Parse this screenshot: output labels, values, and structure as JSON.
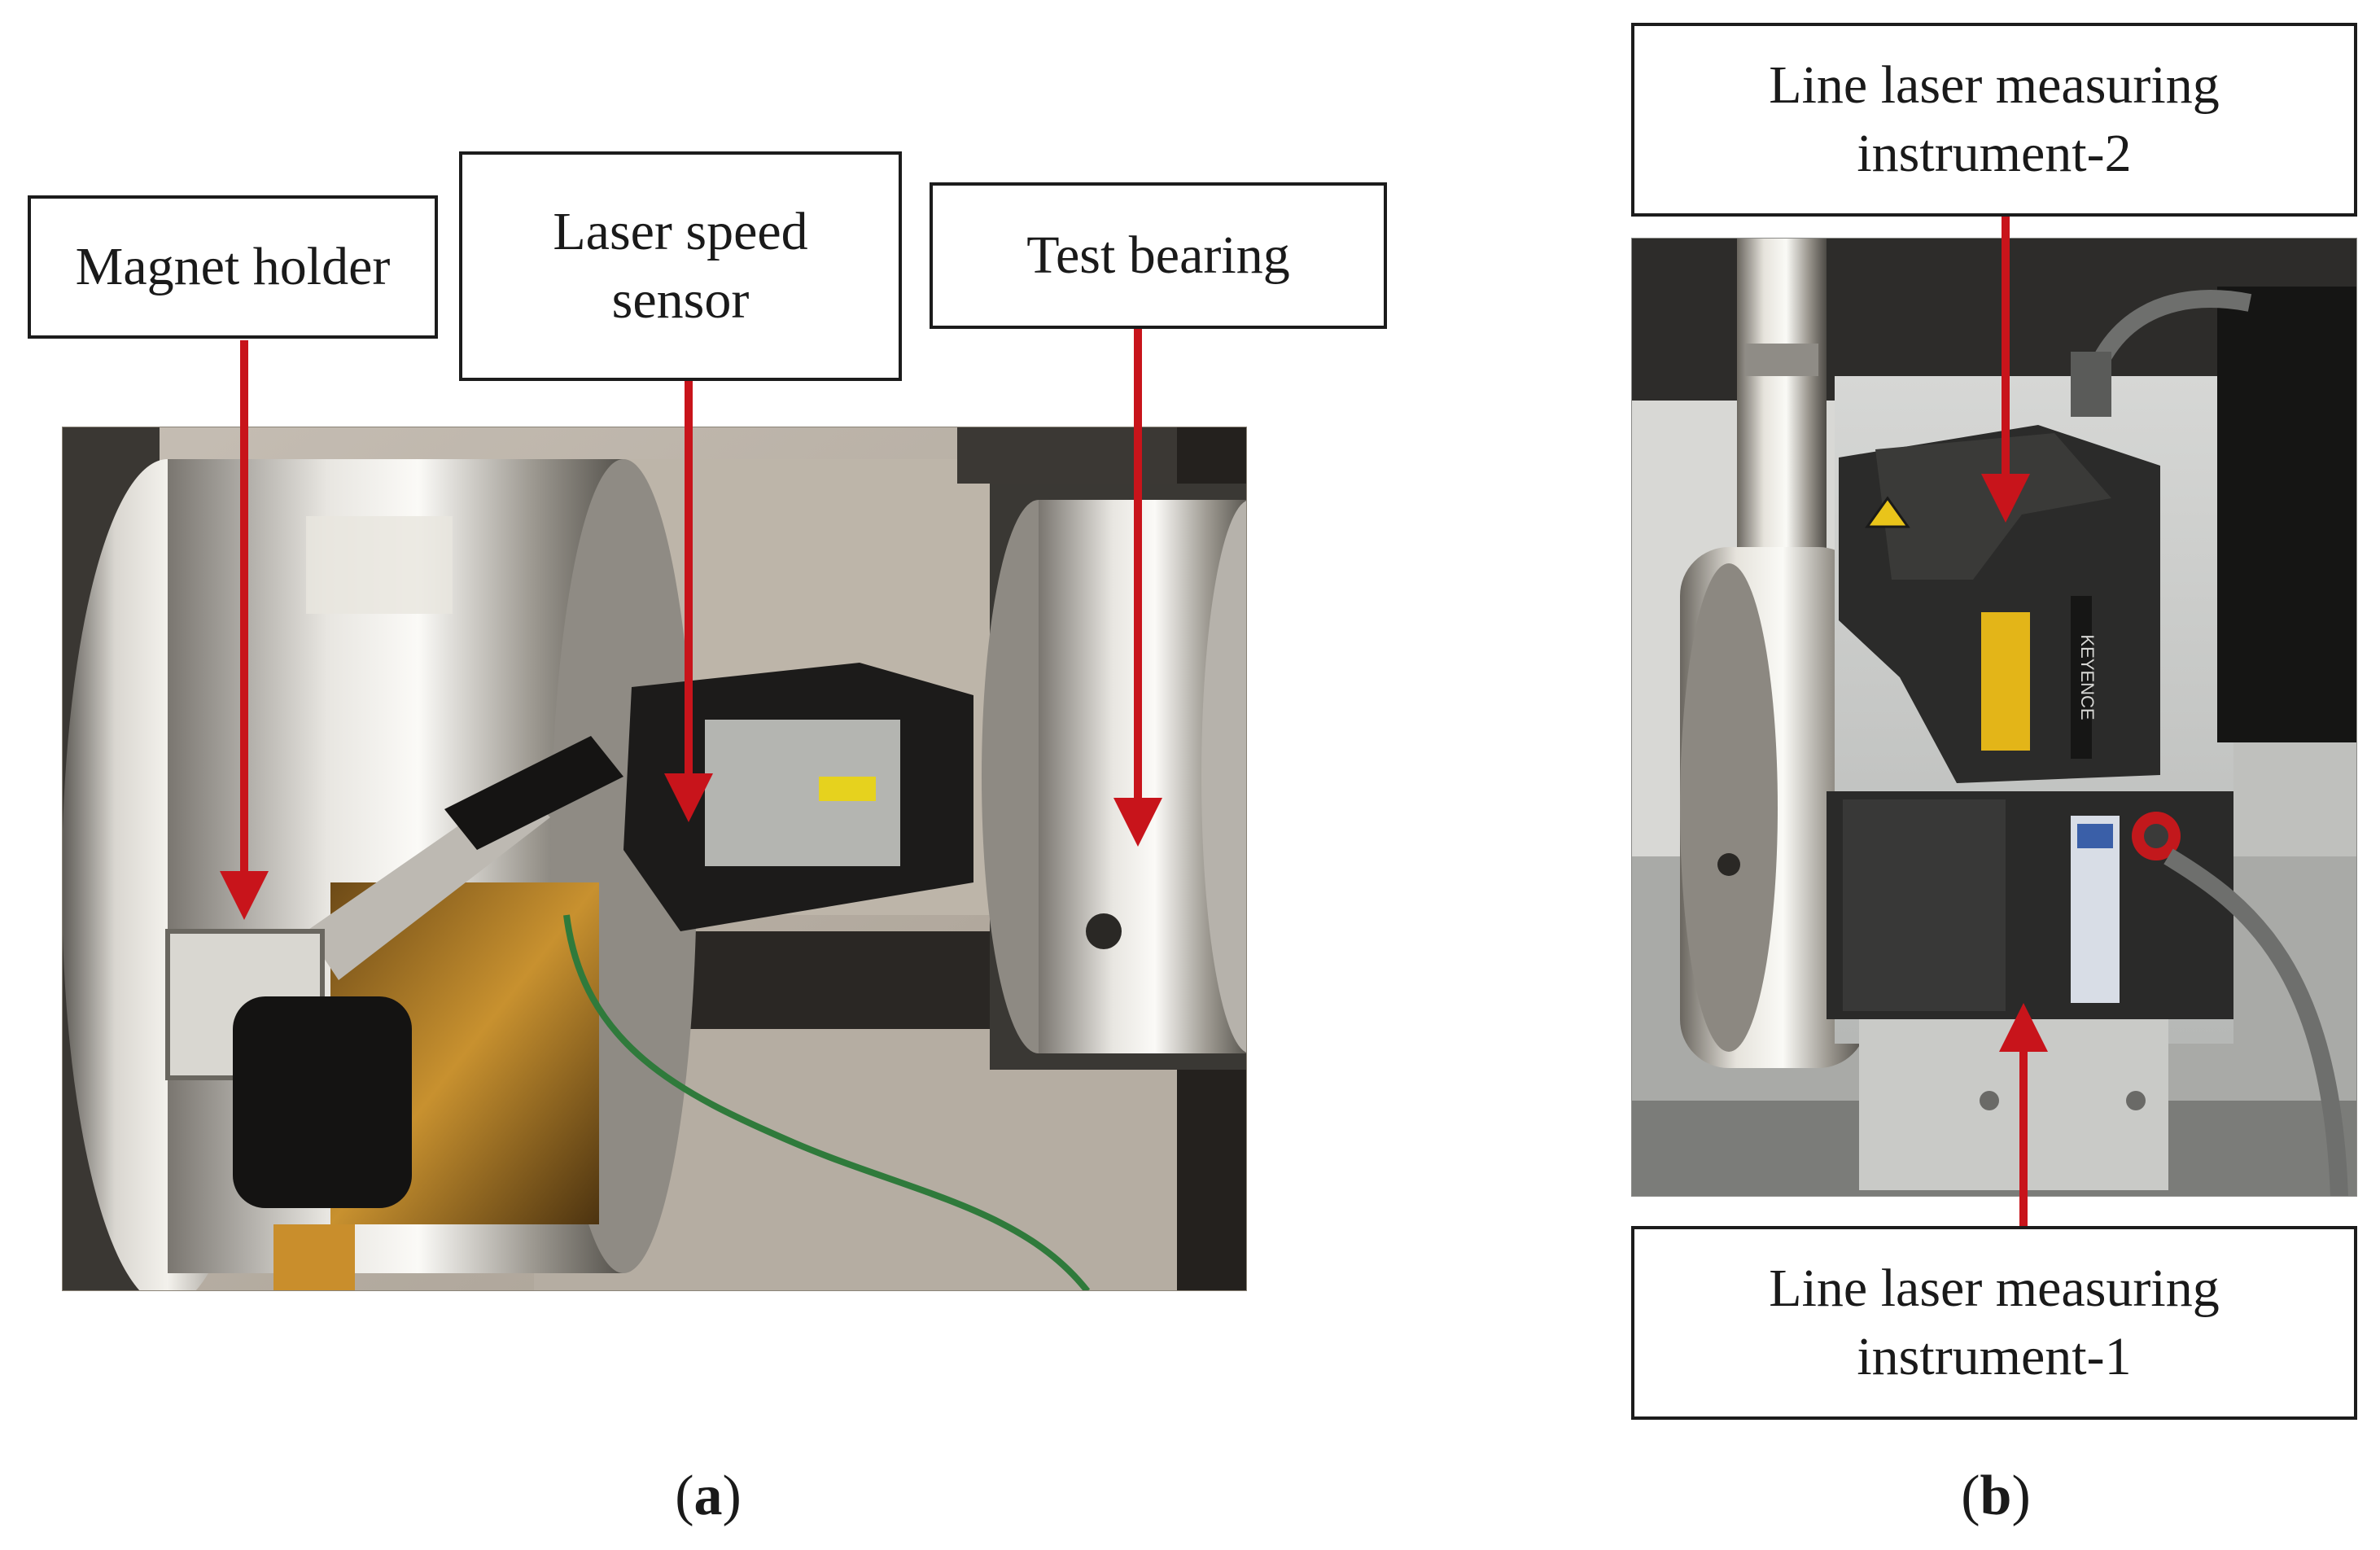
{
  "panel_a": {
    "labels": {
      "magnet_holder": "Magnet holder",
      "laser_speed_sensor_line1": "Laser speed",
      "laser_speed_sensor_line2": "sensor",
      "test_bearing": "Test bearing"
    },
    "caption_letter": "a"
  },
  "panel_b": {
    "labels": {
      "instrument2_line1": "Line laser measuring",
      "instrument2_line2": "instrument-2",
      "instrument1_line1": "Line laser measuring",
      "instrument1_line2": "instrument-1"
    },
    "sticker_text": "KEYENCE",
    "caption_letter": "b"
  },
  "colors": {
    "arrow": "#c8141b",
    "border": "#1c1c1c"
  }
}
